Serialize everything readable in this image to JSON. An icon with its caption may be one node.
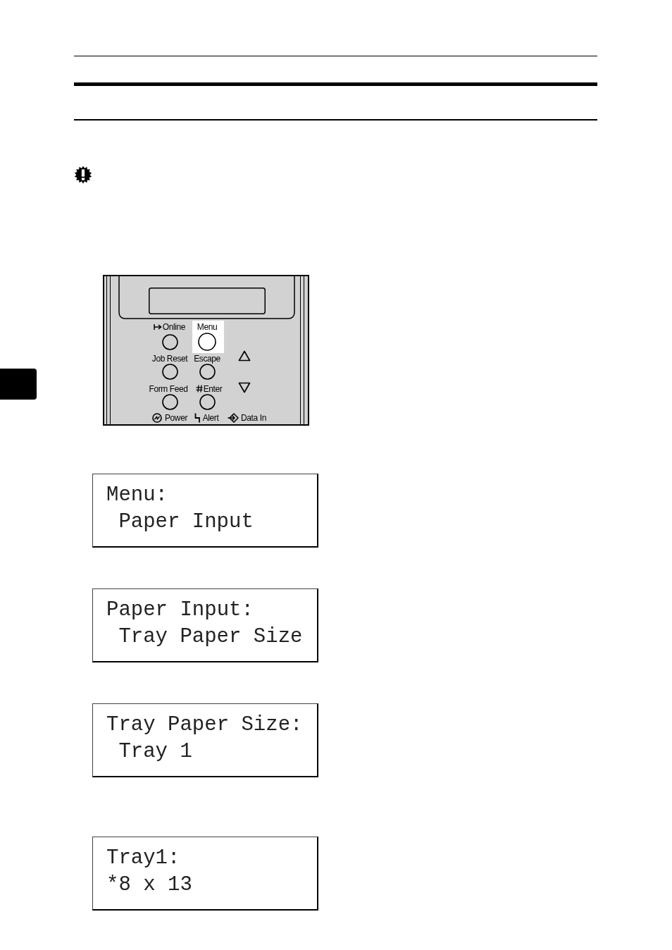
{
  "diagram": {
    "nodes": [
      {
        "text": [
          "Menu:",
          "Paper Input"
        ]
      },
      {
        "text": [
          "Paper Input:",
          "Tray Paper Size"
        ]
      },
      {
        "text": [
          "Tray Paper Size:",
          "Tray 1"
        ]
      },
      {
        "text": [
          "Tray1:",
          "*8 x 13"
        ]
      }
    ],
    "labels": [
      "Online",
      "Menu",
      "Job Reset",
      "Escape",
      "Form Feed",
      "Enter",
      "Power",
      "Alert",
      "Data In"
    ]
  }
}
